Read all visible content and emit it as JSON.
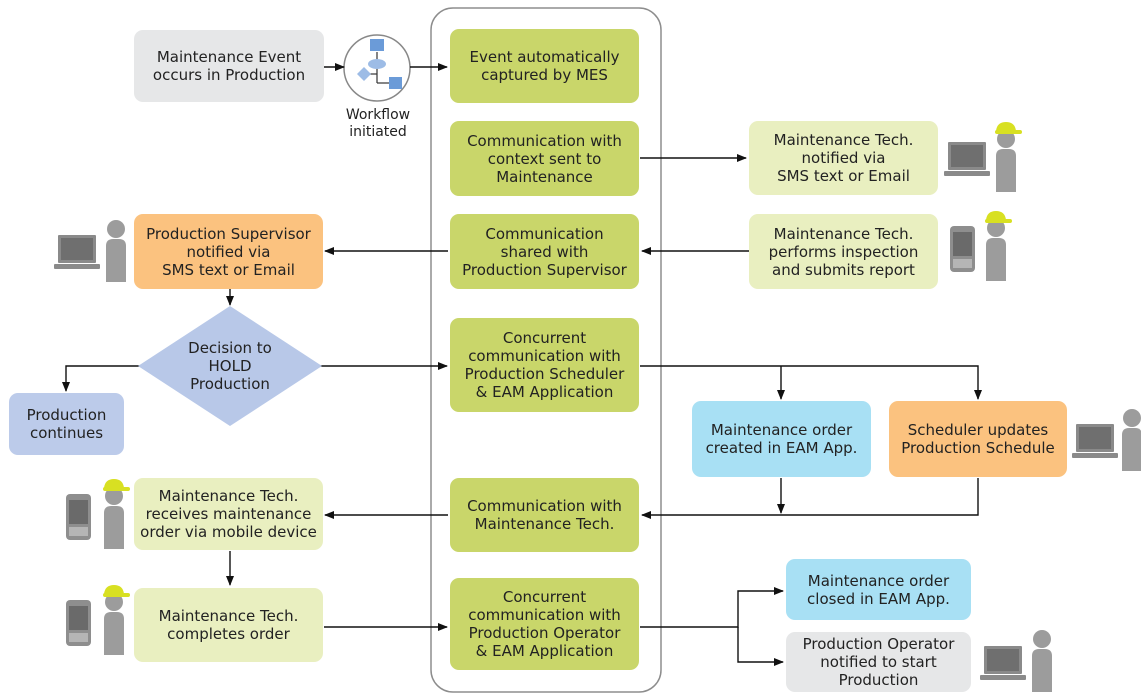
{
  "nodes": {
    "maintenance_event": "Maintenance Event\noccurs in Production",
    "workflow_initiated": "Workflow\ninitiated",
    "event_captured": "Event automatically\ncaptured by MES",
    "comm_to_maintenance": "Communication with\ncontext sent to\nMaintenance",
    "tech_notified": "Maintenance Tech.\nnotified via\nSMS text or Email",
    "comm_supervisor": "Communication\nshared with\nProduction Supervisor",
    "tech_inspection": "Maintenance Tech.\nperforms inspection\nand submits report",
    "supervisor_notified": "Production Supervisor\nnotified via\nSMS text or Email",
    "decision_hold": "Decision to\nHOLD\nProduction",
    "production_continues": "Production\ncontinues",
    "concurrent_scheduler": "Concurrent\ncommunication with\nProduction Scheduler\n& EAM Application",
    "order_created": "Maintenance order\ncreated in EAM App.",
    "scheduler_updates": "Scheduler updates\nProduction Schedule",
    "comm_tech": "Communication with\nMaintenance Tech.",
    "tech_receives": "Maintenance Tech.\nreceives maintenance\norder via mobile device",
    "tech_completes": "Maintenance Tech.\ncompletes order",
    "concurrent_operator": "Concurrent\ncommunication with\nProduction Operator\n& EAM Application",
    "order_closed": "Maintenance order\nclosed in EAM App.",
    "operator_notified": "Production Operator\nnotified to start\nProduction"
  },
  "colors": {
    "gray": "#e6e7e8",
    "green": "#c9d66a",
    "light_green": "#e9efc0",
    "orange": "#fbc27f",
    "blue": "#bccbea",
    "cyan": "#a8e0f4",
    "helmet": "#d8e022",
    "person": "#9c9c9c",
    "arrow": "#111111"
  }
}
